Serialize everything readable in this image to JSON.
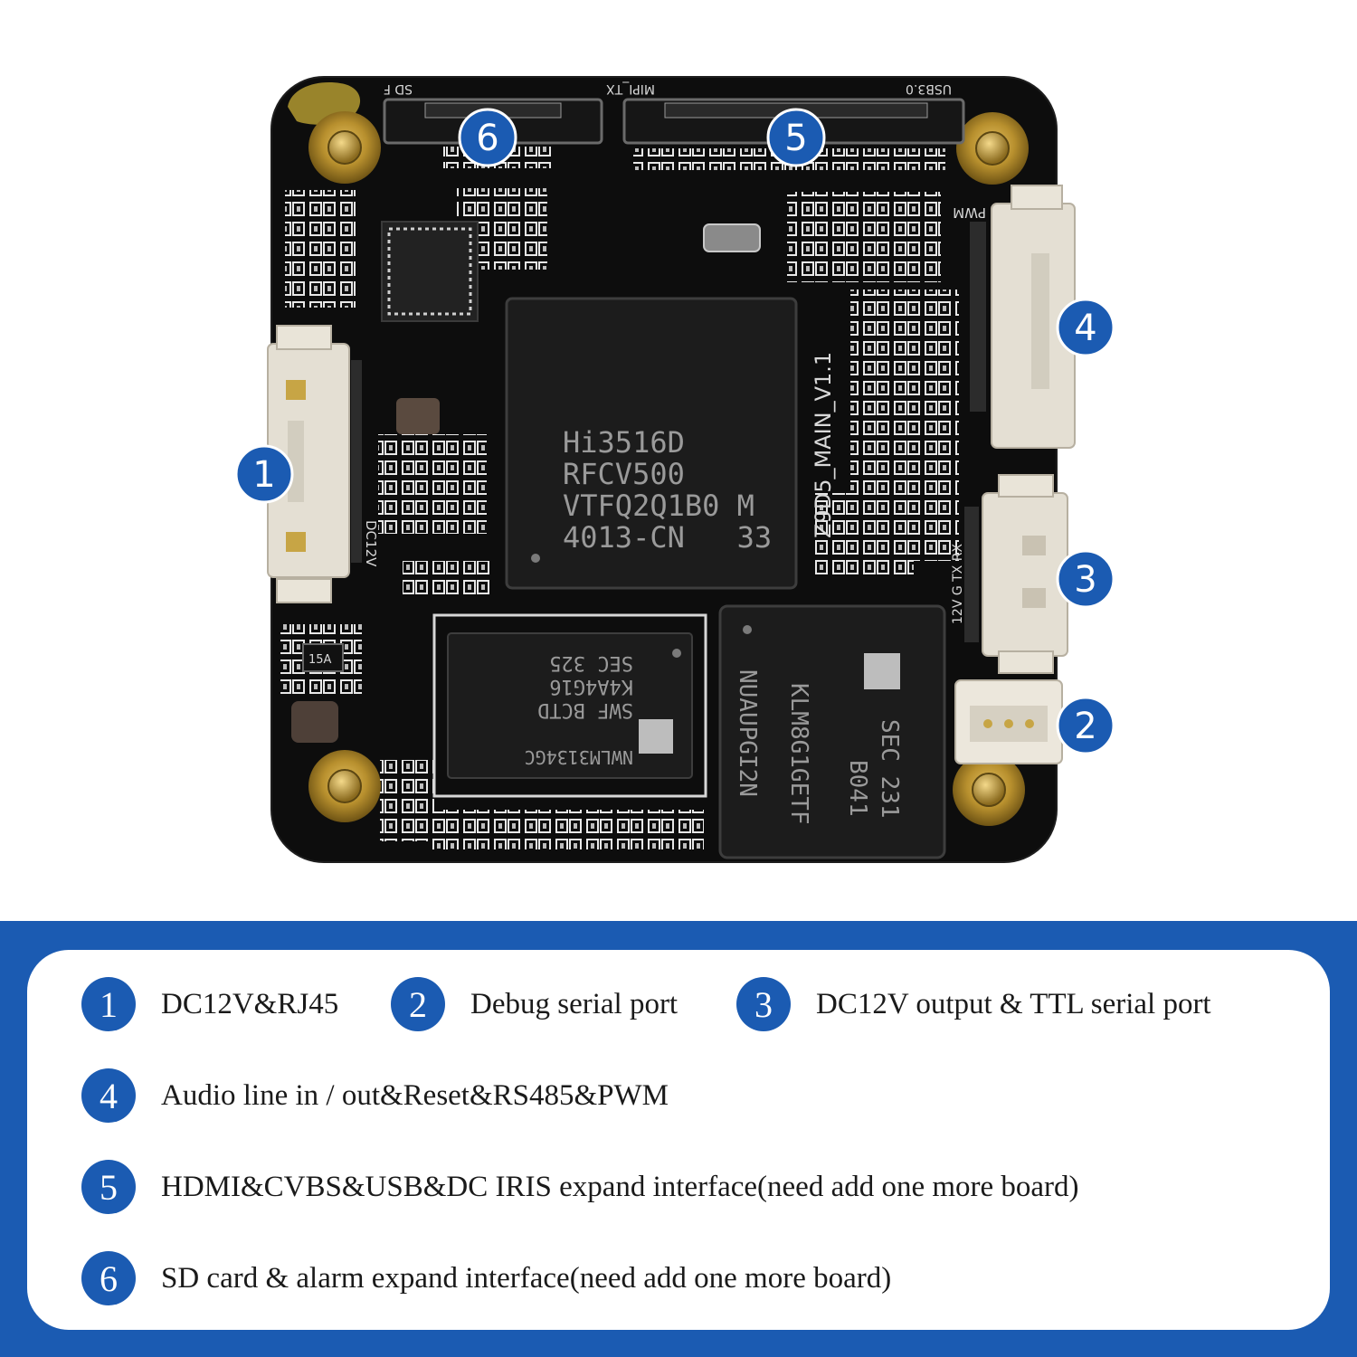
{
  "board": {
    "soc_lines": [
      "Hi3516D",
      "RFCV500",
      "VTFQ2Q1B0 M",
      "4013-CN   33"
    ],
    "dram_lines": [
      "NWLM3134GC",
      "SWF BCTD",
      "K4A4G16",
      "SEC 325"
    ],
    "emmc_lines": [
      "SEC 231",
      "B041",
      "KLM8G1GETF",
      "NUAUPGI2N"
    ],
    "board_label": "Z9D5_MAIN_V1.1",
    "silk_labels": {
      "sd": "SD F",
      "mipi": "MIPI_TX",
      "usb": "USB3.0",
      "pwm": "PWM",
      "dc12v": "DC12V",
      "uart": "12V G TX RX"
    },
    "regulator_label": "15A",
    "callouts": [
      "1",
      "2",
      "3",
      "4",
      "5",
      "6"
    ]
  },
  "legend": {
    "items": [
      {
        "number": "1",
        "text": "DC12V&RJ45"
      },
      {
        "number": "2",
        "text": "Debug serial port"
      },
      {
        "number": "3",
        "text": "DC12V output & TTL serial port"
      },
      {
        "number": "4",
        "text": "Audio line in / out&Reset&RS485&PWM"
      },
      {
        "number": "5",
        "text": "HDMI&CVBS&USB&DC IRIS expand interface(need add one more board)"
      },
      {
        "number": "6",
        "text": "SD card & alarm expand interface(need add one more board)"
      }
    ]
  },
  "colors": {
    "accent": "#1b5bb2",
    "pcb": "#0d0d0d",
    "gold": "#b8902e"
  }
}
